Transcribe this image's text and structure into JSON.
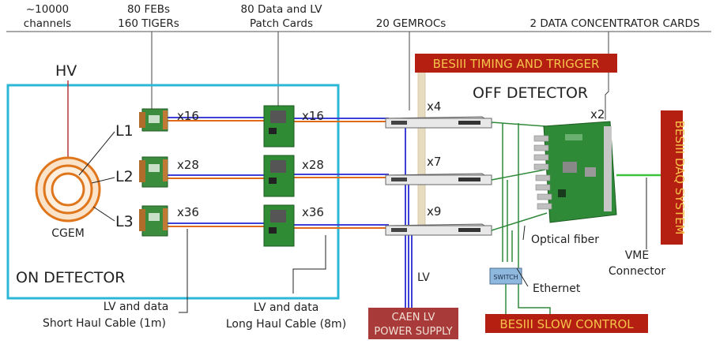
{
  "headers": {
    "channels": [
      "~10000",
      "channels"
    ],
    "febs": [
      "80 FEBs",
      "160 TIGERs"
    ],
    "patch_cards": [
      "80 Data and LV",
      "Patch Cards"
    ],
    "gemrocs": "20 GEMROCs",
    "dcc": "2 DATA CONCENTRATOR CARDS"
  },
  "detector": {
    "hv": "HV",
    "layers": [
      "L1",
      "L2",
      "L3"
    ],
    "cgem": "CGEM",
    "on_detector": "ON DETECTOR",
    "off_detector": "OFF DETECTOR"
  },
  "multipliers": {
    "feb": [
      "x16",
      "x28",
      "x36"
    ],
    "patch": [
      "x16",
      "x28",
      "x36"
    ],
    "gemroc": [
      "x4",
      "x7",
      "x9"
    ],
    "dcc": "x2"
  },
  "boxes": {
    "timing": "BESIII TIMING AND TRIGGER",
    "daq": "BESIII DAQ SYSTEM",
    "slow_control": "BESIII SLOW CONTROL",
    "caen": [
      "CAEN LV",
      "POWER SUPPLY"
    ],
    "switch": "SWITCH"
  },
  "labels": {
    "optical_fiber": "Optical fiber",
    "ethernet": "Ethernet",
    "lv": "LV",
    "vme": [
      "VME",
      "Connector"
    ],
    "short_cable": [
      "LV and data",
      "Short Haul Cable (1m)"
    ],
    "long_cable": [
      "LV and data",
      "Long Haul Cable (8m)"
    ]
  },
  "colors": {
    "detector_box": "#2bb7d6",
    "hv_line": "#b5343c",
    "cable_blue": "#3d3fd6",
    "cable_orange": "#e06a1a",
    "fiber_green": "#2f8a3a",
    "daq_link": "#3cc23c",
    "red_box": "#b51f12",
    "pole": "#e8dcc0"
  }
}
